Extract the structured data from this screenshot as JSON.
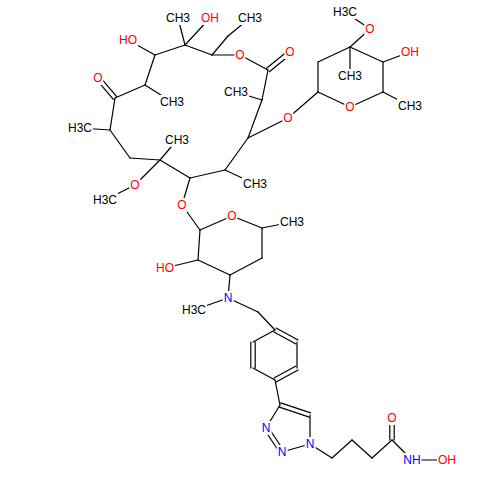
{
  "diagram": {
    "labels": [
      "CH3",
      "OH",
      "CH3",
      "H3C",
      "O",
      "HO",
      "O",
      "O",
      "CH3",
      "OH",
      "O",
      "CH3",
      "O",
      "O",
      "CH3",
      "CH3",
      "H3C",
      "CH3",
      "O",
      "H3C",
      "O",
      "CH3",
      "O",
      "CH3",
      "HO",
      "N",
      "H3C",
      "N",
      "N",
      "N",
      "O",
      "NH",
      "OH"
    ]
  }
}
